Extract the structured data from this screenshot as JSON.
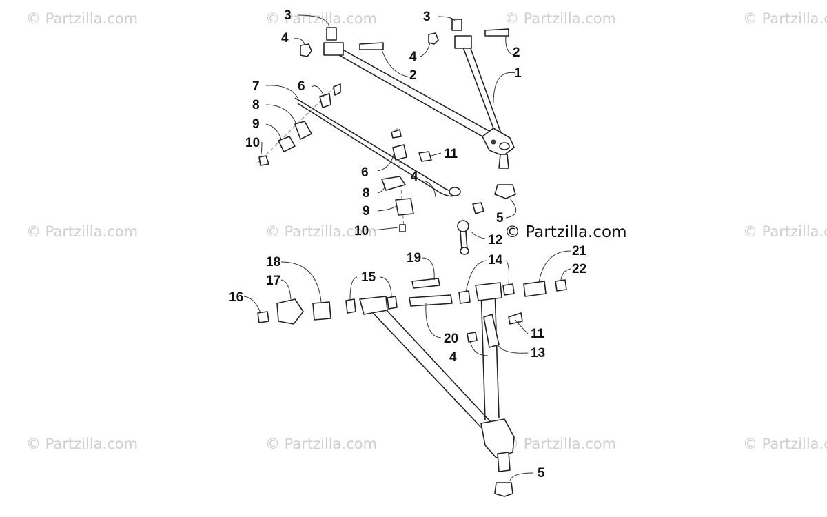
{
  "watermark": "© Partzilla.com",
  "brand_label": "© Partzilla.com",
  "callouts": [
    {
      "label": "1"
    },
    {
      "label": "2"
    },
    {
      "label": "2"
    },
    {
      "label": "3"
    },
    {
      "label": "3"
    },
    {
      "label": "4"
    },
    {
      "label": "4"
    },
    {
      "label": "4"
    },
    {
      "label": "4"
    },
    {
      "label": "5"
    },
    {
      "label": "5"
    },
    {
      "label": "6"
    },
    {
      "label": "6"
    },
    {
      "label": "7"
    },
    {
      "label": "8"
    },
    {
      "label": "8"
    },
    {
      "label": "9"
    },
    {
      "label": "9"
    },
    {
      "label": "10"
    },
    {
      "label": "10"
    },
    {
      "label": "11"
    },
    {
      "label": "11"
    },
    {
      "label": "12"
    },
    {
      "label": "13"
    },
    {
      "label": "14"
    },
    {
      "label": "15"
    },
    {
      "label": "16"
    },
    {
      "label": "17"
    },
    {
      "label": "18"
    },
    {
      "label": "19"
    },
    {
      "label": "20"
    },
    {
      "label": "21"
    },
    {
      "label": "22"
    }
  ]
}
